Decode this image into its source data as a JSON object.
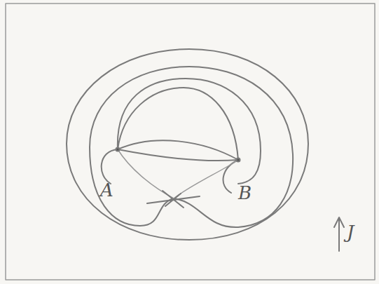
{
  "diagram": {
    "labels": [
      "A",
      "B",
      "J"
    ]
  }
}
